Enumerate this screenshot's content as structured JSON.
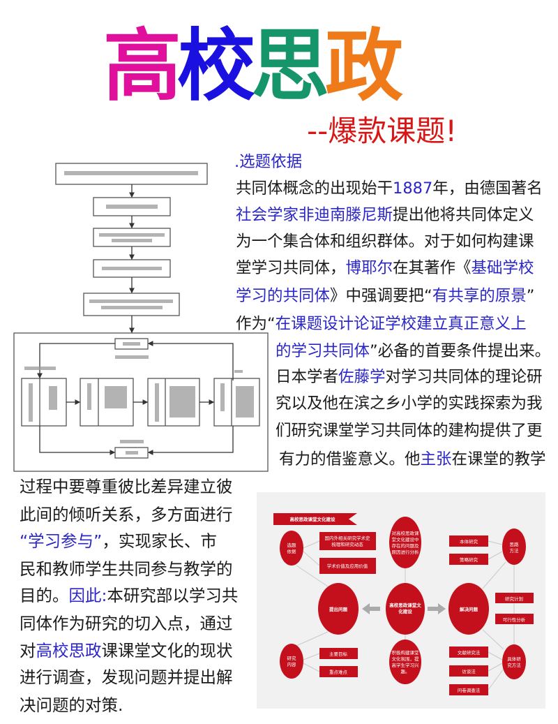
{
  "header": {
    "title_chars": [
      {
        "text": "高",
        "color": "#e0109c"
      },
      {
        "text": "校",
        "color": "#1a10e0"
      },
      {
        "text": "思",
        "color": "#16946a"
      },
      {
        "text": "政",
        "color": "#ef7a1a"
      }
    ],
    "subtitle": "--爆款课题!",
    "subtitle_color": "#d81616"
  },
  "highlight_color": "#2b26c8",
  "right_text": [
    [
      {
        "t": ".选题依据",
        "h": true
      }
    ],
    [
      {
        "t": "共同体概念的出现始干"
      },
      {
        "t": "1887",
        "h": true
      },
      {
        "t": "年，由德国著名"
      }
    ],
    [
      {
        "t": "社会学家非迪南滕尼斯",
        "h": true
      },
      {
        "t": "提出他将共同体定义"
      }
    ],
    [
      {
        "t": "为一个集合体和组织群体。对于如何构建课"
      }
    ],
    [
      {
        "t": "堂学习共同体，"
      },
      {
        "t": "博耶尔",
        "h": true
      },
      {
        "t": "在其著作《"
      },
      {
        "t": "基础学校",
        "h": true
      }
    ],
    [
      {
        "t": "学习的共同体",
        "h": true
      },
      {
        "t": "》中强调要把“"
      },
      {
        "t": "有共享的原景",
        "h": true
      },
      {
        "t": "”"
      }
    ],
    [
      {
        "t": "作为“"
      },
      {
        "t": "在课题设计论证学校建立真正意义上",
        "h": true
      }
    ],
    [
      {
        "t": "的学习共同体",
        "h": true
      },
      {
        "t": "”必备的首要条件提出来。"
      }
    ],
    [
      {
        "t": "日本学者"
      },
      {
        "t": "佐藤学",
        "h": true
      },
      {
        "t": "对学习共同体的理论研"
      }
    ],
    [
      {
        "t": "究以及他在滨之乡小学的实践探索为我"
      }
    ],
    [
      {
        "t": "们研究课堂学习共同体的建构提供了更"
      }
    ],
    [
      {
        "t": "有力的借鉴意义。他"
      },
      {
        "t": "主张",
        "h": true
      },
      {
        "t": "在课堂的教学"
      }
    ]
  ],
  "left_text": [
    [
      {
        "t": "过程中要尊重彼比差异建立彼"
      }
    ],
    [
      {
        "t": "此间的倾听关系，多方面进行"
      }
    ],
    [
      {
        "t": "“学习参与”",
        "h": true
      },
      {
        "t": "，实现家长、市"
      }
    ],
    [
      {
        "t": "民和教师学生共同参与教学的"
      }
    ],
    [
      {
        "t": "目的。"
      },
      {
        "t": "因此:",
        "h": true
      },
      {
        "t": "本研究部以学习共"
      }
    ],
    [
      {
        "t": "同体作为研究的切入点，通过"
      }
    ],
    [
      {
        "t": "对"
      },
      {
        "t": "高校思政",
        "h": true
      },
      {
        "t": "课课堂文化的现状"
      }
    ],
    [
      {
        "t": "进行调查，发现问题并提出解"
      }
    ],
    [
      {
        "t": "决问题的对策."
      }
    ]
  ],
  "mindmap": {
    "color": "#c4101c",
    "banner": "高校思政课堂文化建设",
    "center": [
      "高校思政课堂文",
      "化建设"
    ],
    "top_node": [
      "对高校思政课",
      "堂文化建设中",
      "存在的问题及",
      "原因进行分析"
    ],
    "bottom_node": [
      "积极构建课堂",
      "文化氛围，提",
      "高学生学习兴",
      "趣。"
    ],
    "raise_problem": "提出问题",
    "solve_problem": "解决问题",
    "topic_basis": [
      "选题",
      "依据"
    ],
    "topic_basis_items": [
      [
        "国内外相关研究学术史",
        "梳理和研究动态"
      ],
      [
        "学术价值及应用价值"
      ]
    ],
    "research_content": [
      "研究",
      "内容"
    ],
    "research_content_items": [
      "主要目标",
      "重点难点"
    ],
    "approach": [
      "思路",
      "方法"
    ],
    "approach_items": [
      "本体研究",
      "策略研究"
    ],
    "plan_items": [
      "研究计划",
      "可行性分析"
    ],
    "methods": [
      "具体研",
      "究方法"
    ],
    "methods_items": [
      "文献研究法",
      "访谈法",
      "问卷调查法"
    ]
  }
}
